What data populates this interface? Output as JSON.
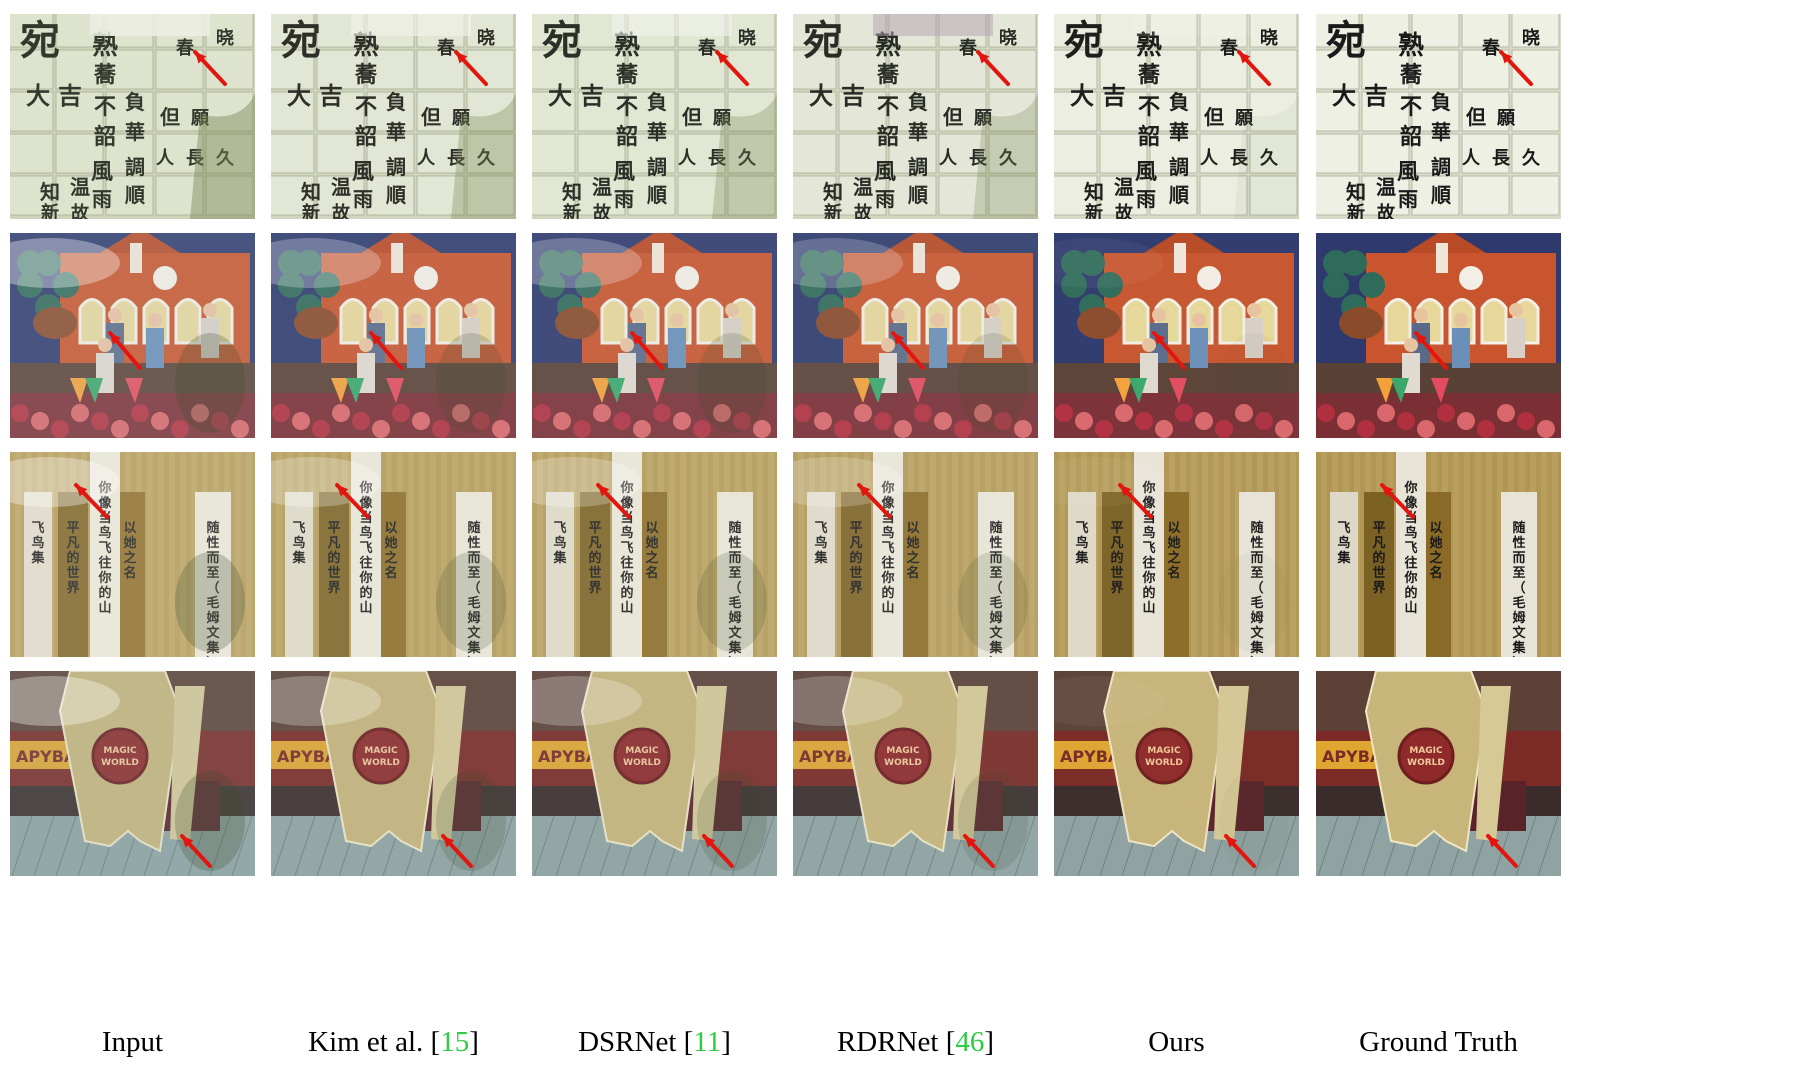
{
  "columns": [
    {
      "id": "input",
      "label": "Input",
      "ref": ""
    },
    {
      "id": "kim",
      "label": "Kim et al. [",
      "ref": "15",
      "close": "]"
    },
    {
      "id": "dsrnet",
      "label": "DSRNet [",
      "ref": "11",
      "close": "]"
    },
    {
      "id": "rdrnet",
      "label": "RDRNet [",
      "ref": "46",
      "close": "]"
    },
    {
      "id": "ours",
      "label": "Ours",
      "ref": ""
    },
    {
      "id": "gt",
      "label": "Ground Truth",
      "ref": ""
    }
  ],
  "rows": [
    {
      "id": "calligraphy",
      "chars": [
        "宛",
        "熟",
        "蕎",
        "春",
        "晓",
        "大",
        "吉",
        "不",
        "負",
        "韶",
        "華",
        "風",
        "調",
        "雨",
        "順",
        "但",
        "願",
        "人",
        "長",
        "久",
        "知",
        "新",
        "温",
        "故"
      ]
    },
    {
      "id": "church"
    },
    {
      "id": "books",
      "titles": [
        "以她之名",
        "你像当鸟飞往你的山",
        "平凡的世界",
        "飞鸟集",
        "随性而至（毛姆文集）"
      ]
    },
    {
      "id": "magicworld",
      "sign": "APYBARA",
      "seal_top": "MAGIC",
      "seal_bottom": "WORLD"
    }
  ],
  "colors": {
    "arrow": "#e3150f",
    "ref": "#2ecc40"
  }
}
